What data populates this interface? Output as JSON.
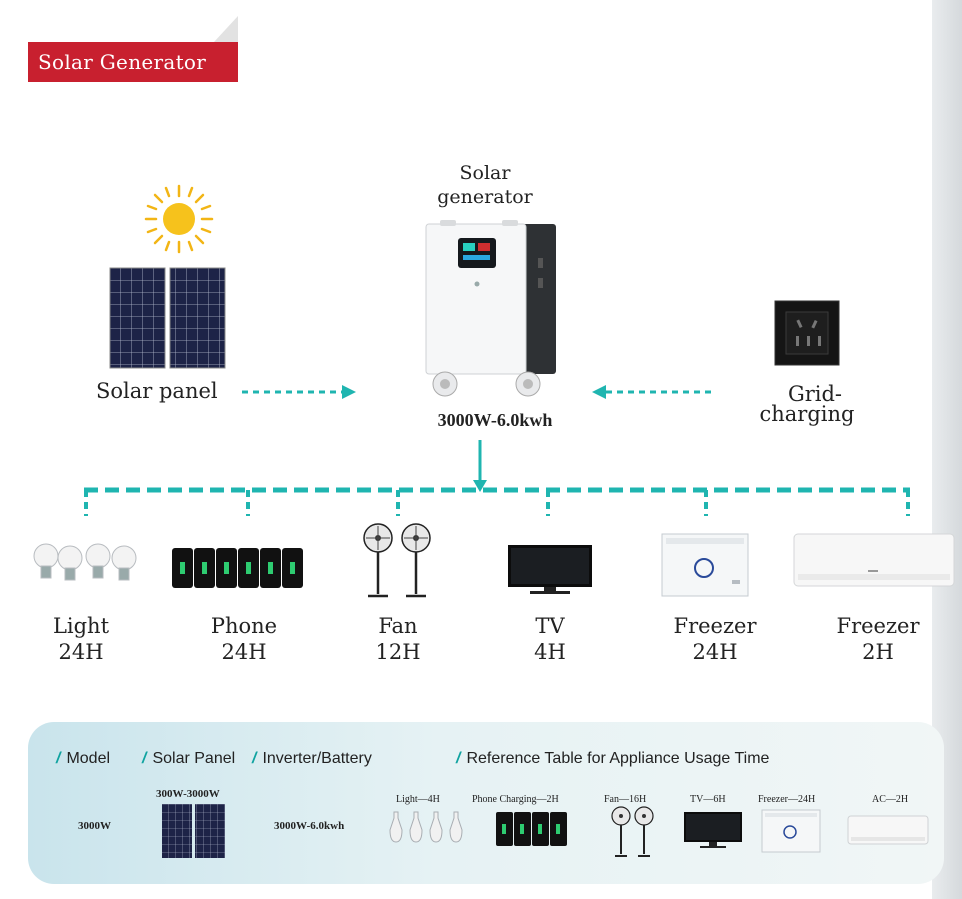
{
  "banner": {
    "title": "Solar Generator"
  },
  "diagram": {
    "generator_label_line1": "Solar",
    "generator_label_line2": "generator",
    "model": "3000W-6.0kwh",
    "solar_panel_label": "Solar panel",
    "grid_label_line1": "Grid-",
    "grid_label_line2": "charging"
  },
  "appliances": [
    {
      "name": "Light",
      "hours": "24H"
    },
    {
      "name": "Phone",
      "hours": "24H"
    },
    {
      "name": "Fan",
      "hours": "12H"
    },
    {
      "name": "TV",
      "hours": "4H"
    },
    {
      "name": "Freezer",
      "hours": "24H"
    },
    {
      "name": "Freezer",
      "hours": "2H"
    }
  ],
  "table": {
    "headers": [
      "Model",
      "Solar Panel",
      "Inverter/Battery",
      "Reference Table for Appliance Usage Time"
    ],
    "model_value": "3000W",
    "solar_panel_value": "300W-3000W",
    "inverter_value": "3000W-6.0kwh",
    "usage": [
      {
        "label": "Light—4H"
      },
      {
        "label": "Phone Charging—2H"
      },
      {
        "label": "Fan—16H"
      },
      {
        "label": "TV—6H"
      },
      {
        "label": "Freezer—24H"
      },
      {
        "label": "AC—2H"
      }
    ]
  },
  "colors": {
    "accent": "#1fb5b0",
    "banner": "#c8202f"
  }
}
